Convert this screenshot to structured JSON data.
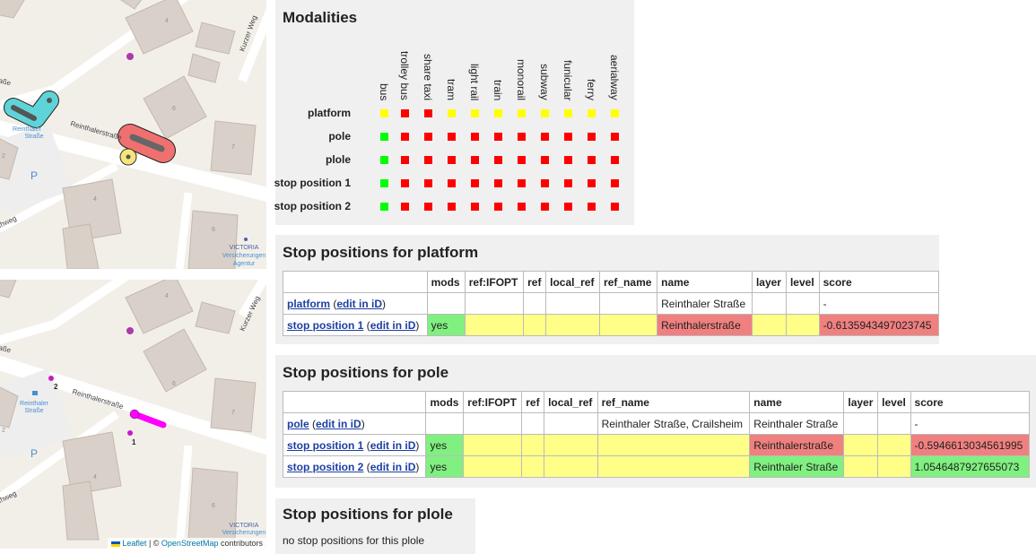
{
  "map": {
    "attribution": {
      "leaflet": "Leaflet",
      "sep": " | © ",
      "osm": "OpenStreetMap",
      "tail": " contributors"
    },
    "street_main": "Reinthalerstraße",
    "street_kurzer": "Kurzer Weg",
    "street_left_top": "aße",
    "street_left_bottom": "chweg",
    "stop_label_line1": "Reinthaler",
    "stop_label_line2": "Straße",
    "house_4": "4",
    "house_6": "6",
    "house_7": "7",
    "house_2": "2",
    "house_6b": "6",
    "parking": "P",
    "poi_line1": "VICTORIA",
    "poi_line2": "Versicherungen",
    "poi_line3": "Agentur",
    "marker_1": "1",
    "marker_2": "2"
  },
  "modalities": {
    "title": "Modalities",
    "columns": [
      "bus",
      "trolley bus",
      "share taxi",
      "tram",
      "light rail",
      "train",
      "monorail",
      "subway",
      "funicular",
      "ferry",
      "aerialway"
    ],
    "rows": [
      {
        "label": "platform",
        "cells": [
          "y",
          "r",
          "r",
          "y",
          "y",
          "y",
          "y",
          "y",
          "y",
          "y",
          "y"
        ]
      },
      {
        "label": "pole",
        "cells": [
          "g",
          "r",
          "r",
          "r",
          "r",
          "r",
          "r",
          "r",
          "r",
          "r",
          "r"
        ]
      },
      {
        "label": "plole",
        "cells": [
          "g",
          "r",
          "r",
          "r",
          "r",
          "r",
          "r",
          "r",
          "r",
          "r",
          "r"
        ]
      },
      {
        "label": "stop position 1",
        "cells": [
          "g",
          "r",
          "r",
          "r",
          "r",
          "r",
          "r",
          "r",
          "r",
          "r",
          "r"
        ]
      },
      {
        "label": "stop position 2",
        "cells": [
          "g",
          "r",
          "r",
          "r",
          "r",
          "r",
          "r",
          "r",
          "r",
          "r",
          "r"
        ]
      }
    ],
    "colors": {
      "y": "#ffff00",
      "r": "#ff0000",
      "g": "#00ff00"
    }
  },
  "headers": [
    "",
    "mods",
    "ref:IFOPT",
    "ref",
    "local_ref",
    "ref_name",
    "name",
    "layer",
    "level",
    "score"
  ],
  "platform_section": {
    "title": "Stop positions for platform",
    "rows": [
      {
        "name": "platform",
        "edit": "edit in iD",
        "mods": "",
        "ifopt": "",
        "ref": "",
        "local_ref": "",
        "ref_name": "",
        "osmname": "Reinthaler Straße",
        "layer": "",
        "level": "",
        "score": "-",
        "cls": {
          "mods": "",
          "ifopt": "",
          "ref": "",
          "local_ref": "",
          "ref_name": "",
          "osmname": "",
          "layer": "",
          "level": "",
          "score": ""
        }
      },
      {
        "name": "stop position 1",
        "edit": "edit in iD",
        "mods": "yes",
        "ifopt": "",
        "ref": "",
        "local_ref": "",
        "ref_name": "",
        "osmname": "Reinthalerstraße",
        "layer": "",
        "level": "",
        "score": "-0.6135943497023745",
        "cls": {
          "mods": "g",
          "ifopt": "y",
          "ref": "y",
          "local_ref": "y",
          "ref_name": "y",
          "osmname": "r",
          "layer": "y",
          "level": "y",
          "score": "r"
        }
      }
    ]
  },
  "pole_section": {
    "title": "Stop positions for pole",
    "rows": [
      {
        "name": "pole",
        "edit": "edit in iD",
        "mods": "",
        "ifopt": "",
        "ref": "",
        "local_ref": "",
        "ref_name": "Reinthaler Straße, Crailsheim",
        "osmname": "Reinthaler Straße",
        "layer": "",
        "level": "",
        "score": "-",
        "cls": {
          "mods": "",
          "ifopt": "",
          "ref": "",
          "local_ref": "",
          "ref_name": "",
          "osmname": "",
          "layer": "",
          "level": "",
          "score": ""
        }
      },
      {
        "name": "stop position 1",
        "edit": "edit in iD",
        "mods": "yes",
        "ifopt": "",
        "ref": "",
        "local_ref": "",
        "ref_name": "",
        "osmname": "Reinthalerstraße",
        "layer": "",
        "level": "",
        "score": "-0.5946613034561995",
        "cls": {
          "mods": "g",
          "ifopt": "y",
          "ref": "y",
          "local_ref": "y",
          "ref_name": "y",
          "osmname": "r",
          "layer": "y",
          "level": "y",
          "score": "r"
        }
      },
      {
        "name": "stop position 2",
        "edit": "edit in iD",
        "mods": "yes",
        "ifopt": "",
        "ref": "",
        "local_ref": "",
        "ref_name": "",
        "osmname": "Reinthaler Straße",
        "layer": "",
        "level": "",
        "score": "1.0546487927655073",
        "cls": {
          "mods": "g",
          "ifopt": "y",
          "ref": "y",
          "local_ref": "y",
          "ref_name": "y",
          "osmname": "g",
          "layer": "y",
          "level": "y",
          "score": "g"
        }
      }
    ]
  },
  "plole_section": {
    "title": "Stop positions for plole",
    "message": "no stop positions for this plole"
  }
}
